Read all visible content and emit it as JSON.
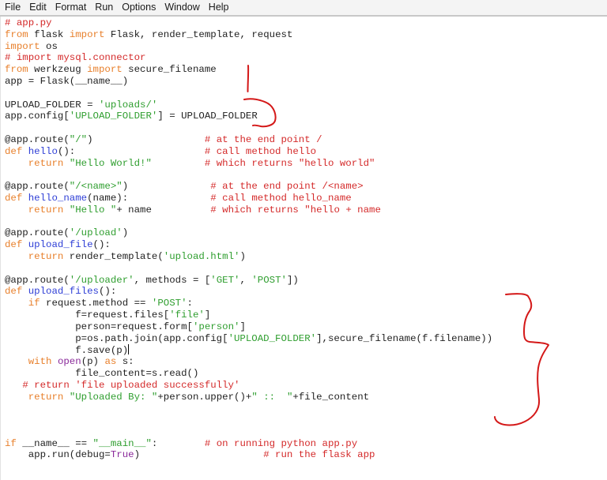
{
  "menubar": {
    "items": [
      {
        "label": "File"
      },
      {
        "label": "Edit"
      },
      {
        "label": "Format"
      },
      {
        "label": "Run"
      },
      {
        "label": "Options"
      },
      {
        "label": "Window"
      },
      {
        "label": "Help"
      }
    ]
  },
  "editor": {
    "filename_comment": "# app.py",
    "cursor_line": 29,
    "lines": [
      [
        {
          "t": "cmt",
          "v": "# app.py"
        }
      ],
      [
        {
          "t": "kw",
          "v": "from"
        },
        {
          "t": "plain",
          "v": " flask "
        },
        {
          "t": "kw",
          "v": "import"
        },
        {
          "t": "plain",
          "v": " Flask, render_template, request"
        }
      ],
      [
        {
          "t": "kw",
          "v": "import"
        },
        {
          "t": "plain",
          "v": " os"
        }
      ],
      [
        {
          "t": "cmt",
          "v": "# import mysql.connector"
        }
      ],
      [
        {
          "t": "kw",
          "v": "from"
        },
        {
          "t": "plain",
          "v": " werkzeug "
        },
        {
          "t": "kw",
          "v": "import"
        },
        {
          "t": "plain",
          "v": " secure_filename"
        }
      ],
      [
        {
          "t": "plain",
          "v": "app = Flask(__name__)"
        }
      ],
      [],
      [
        {
          "t": "plain",
          "v": "UPLOAD_FOLDER = "
        },
        {
          "t": "str",
          "v": "'uploads/'"
        }
      ],
      [
        {
          "t": "plain",
          "v": "app.config["
        },
        {
          "t": "str",
          "v": "'UPLOAD_FOLDER'"
        },
        {
          "t": "plain",
          "v": "] = UPLOAD_FOLDER"
        }
      ],
      [],
      [
        {
          "t": "plain",
          "v": "@app.route("
        },
        {
          "t": "str",
          "v": "\"/\""
        },
        {
          "t": "plain",
          "v": ")                   "
        },
        {
          "t": "cmt",
          "v": "# at the end point /"
        }
      ],
      [
        {
          "t": "kw",
          "v": "def"
        },
        {
          "t": "plain",
          "v": " "
        },
        {
          "t": "def",
          "v": "hello"
        },
        {
          "t": "plain",
          "v": "():                      "
        },
        {
          "t": "cmt",
          "v": "# call method hello"
        }
      ],
      [
        {
          "t": "plain",
          "v": "    "
        },
        {
          "t": "kw",
          "v": "return"
        },
        {
          "t": "plain",
          "v": " "
        },
        {
          "t": "str",
          "v": "\"Hello World!\""
        },
        {
          "t": "plain",
          "v": "         "
        },
        {
          "t": "cmt",
          "v": "# which returns \"hello world\""
        }
      ],
      [],
      [
        {
          "t": "plain",
          "v": "@app.route("
        },
        {
          "t": "str",
          "v": "\"/<name>\""
        },
        {
          "t": "plain",
          "v": ")              "
        },
        {
          "t": "cmt",
          "v": "# at the end point /<name>"
        }
      ],
      [
        {
          "t": "kw",
          "v": "def"
        },
        {
          "t": "plain",
          "v": " "
        },
        {
          "t": "def",
          "v": "hello_name"
        },
        {
          "t": "plain",
          "v": "(name):              "
        },
        {
          "t": "cmt",
          "v": "# call method hello_name"
        }
      ],
      [
        {
          "t": "plain",
          "v": "    "
        },
        {
          "t": "kw",
          "v": "return"
        },
        {
          "t": "plain",
          "v": " "
        },
        {
          "t": "str",
          "v": "\"Hello \""
        },
        {
          "t": "plain",
          "v": "+ name          "
        },
        {
          "t": "cmt",
          "v": "# which returns \"hello + name"
        }
      ],
      [],
      [
        {
          "t": "plain",
          "v": "@app.route("
        },
        {
          "t": "str",
          "v": "'/upload'"
        },
        {
          "t": "plain",
          "v": ")"
        }
      ],
      [
        {
          "t": "kw",
          "v": "def"
        },
        {
          "t": "plain",
          "v": " "
        },
        {
          "t": "def",
          "v": "upload_file"
        },
        {
          "t": "plain",
          "v": "():"
        }
      ],
      [
        {
          "t": "plain",
          "v": "    "
        },
        {
          "t": "kw",
          "v": "return"
        },
        {
          "t": "plain",
          "v": " render_template("
        },
        {
          "t": "str",
          "v": "'upload.html'"
        },
        {
          "t": "plain",
          "v": ")"
        }
      ],
      [],
      [
        {
          "t": "plain",
          "v": "@app.route("
        },
        {
          "t": "str",
          "v": "'/uploader'"
        },
        {
          "t": "plain",
          "v": ", methods = ["
        },
        {
          "t": "str",
          "v": "'GET'"
        },
        {
          "t": "plain",
          "v": ", "
        },
        {
          "t": "str",
          "v": "'POST'"
        },
        {
          "t": "plain",
          "v": "])"
        }
      ],
      [
        {
          "t": "kw",
          "v": "def"
        },
        {
          "t": "plain",
          "v": " "
        },
        {
          "t": "def",
          "v": "upload_files"
        },
        {
          "t": "plain",
          "v": "():"
        }
      ],
      [
        {
          "t": "plain",
          "v": "    "
        },
        {
          "t": "kw",
          "v": "if"
        },
        {
          "t": "plain",
          "v": " request.method == "
        },
        {
          "t": "str",
          "v": "'POST'"
        },
        {
          "t": "plain",
          "v": ":"
        }
      ],
      [
        {
          "t": "plain",
          "v": "            f=request.files["
        },
        {
          "t": "str",
          "v": "'file'"
        },
        {
          "t": "plain",
          "v": "]"
        }
      ],
      [
        {
          "t": "plain",
          "v": "            person=request.form["
        },
        {
          "t": "str",
          "v": "'person'"
        },
        {
          "t": "plain",
          "v": "]"
        }
      ],
      [
        {
          "t": "plain",
          "v": "            p=os.path.join(app.config["
        },
        {
          "t": "str",
          "v": "'UPLOAD_FOLDER'"
        },
        {
          "t": "plain",
          "v": "],secure_filename(f.filename))"
        }
      ],
      [
        {
          "t": "plain",
          "v": "            f.save(p)"
        }
      ],
      [
        {
          "t": "plain",
          "v": "    "
        },
        {
          "t": "kw",
          "v": "with"
        },
        {
          "t": "plain",
          "v": " "
        },
        {
          "t": "bi",
          "v": "open"
        },
        {
          "t": "plain",
          "v": "(p) "
        },
        {
          "t": "kw",
          "v": "as"
        },
        {
          "t": "plain",
          "v": " s:"
        }
      ],
      [
        {
          "t": "plain",
          "v": "            file_content=s.read()"
        }
      ],
      [
        {
          "t": "plain",
          "v": "   "
        },
        {
          "t": "cmt",
          "v": "# return 'file uploaded successfully'"
        }
      ],
      [
        {
          "t": "plain",
          "v": "    "
        },
        {
          "t": "kw",
          "v": "return"
        },
        {
          "t": "plain",
          "v": " "
        },
        {
          "t": "str",
          "v": "\"Uploaded By: \""
        },
        {
          "t": "plain",
          "v": "+person.upper()+"
        },
        {
          "t": "str",
          "v": "\" ::  \""
        },
        {
          "t": "plain",
          "v": "+file_content"
        }
      ],
      [],
      [],
      [],
      [
        {
          "t": "kw",
          "v": "if"
        },
        {
          "t": "plain",
          "v": " __name__ == "
        },
        {
          "t": "str",
          "v": "\"__main__\""
        },
        {
          "t": "plain",
          "v": ":        "
        },
        {
          "t": "cmt",
          "v": "# on running python app.py"
        }
      ],
      [
        {
          "t": "plain",
          "v": "    app.run(debug="
        },
        {
          "t": "bi",
          "v": "True"
        },
        {
          "t": "plain",
          "v": ")                     "
        },
        {
          "t": "cmt",
          "v": "# run the flask app"
        }
      ]
    ]
  },
  "annotations": {
    "color": "#d41818",
    "marks": [
      {
        "name": "handwritten-number-one",
        "label": "1"
      },
      {
        "name": "handwritten-number-five-stroke",
        "label": "5"
      },
      {
        "name": "handwritten-brace",
        "label": "}"
      }
    ]
  },
  "colors": {
    "keyword": "#e8802c",
    "definition": "#2f3fd6",
    "string": "#2f9e2f",
    "comment": "#d42a2a",
    "builtin": "#8a2a9a",
    "text": "#222222",
    "menubar_bg": "#f4f4f4",
    "editor_bg": "#ffffff"
  }
}
